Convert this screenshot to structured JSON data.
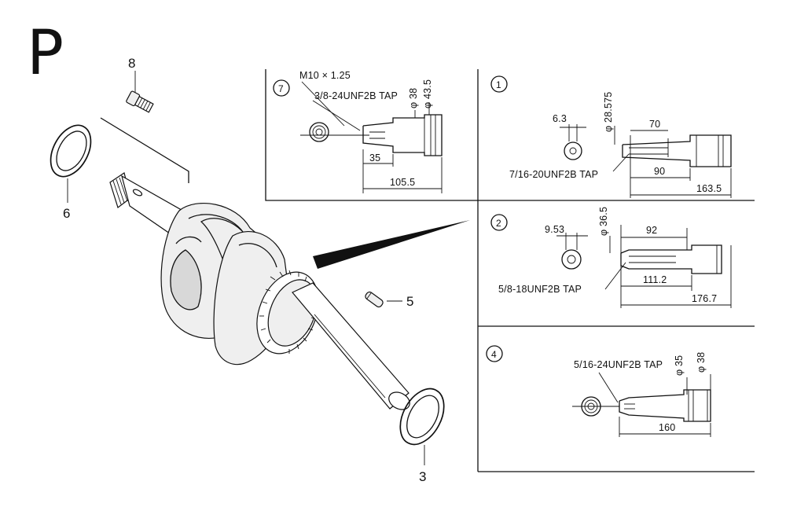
{
  "page": {
    "letter": "P"
  },
  "parts": {
    "bolt": "8",
    "upper_washer": "6",
    "key": "5",
    "lower_washer": "3"
  },
  "detail_7": {
    "number": "7",
    "thread": "M10 × 1.25",
    "tap": "3/8-24UNF2B TAP",
    "dia_small": "φ 38",
    "dia_large": "φ 43.5",
    "len_short": "35",
    "len_total": "105.5"
  },
  "detail_1": {
    "number": "1",
    "keyway": "6.3",
    "dia": "φ 28.575",
    "len_a": "70",
    "len_b": "90",
    "len_total": "163.5",
    "tap": "7/16-20UNF2B TAP"
  },
  "detail_2": {
    "number": "2",
    "keyway": "9.53",
    "dia": "φ 36.5",
    "len_a": "92",
    "len_b": "111.2",
    "len_total": "176.7",
    "tap": "5/8-18UNF2B TAP"
  },
  "detail_4": {
    "number": "4",
    "tap": "5/16-24UNF2B TAP",
    "dia_small": "φ 35",
    "dia_large": "φ 38",
    "len": "160"
  }
}
